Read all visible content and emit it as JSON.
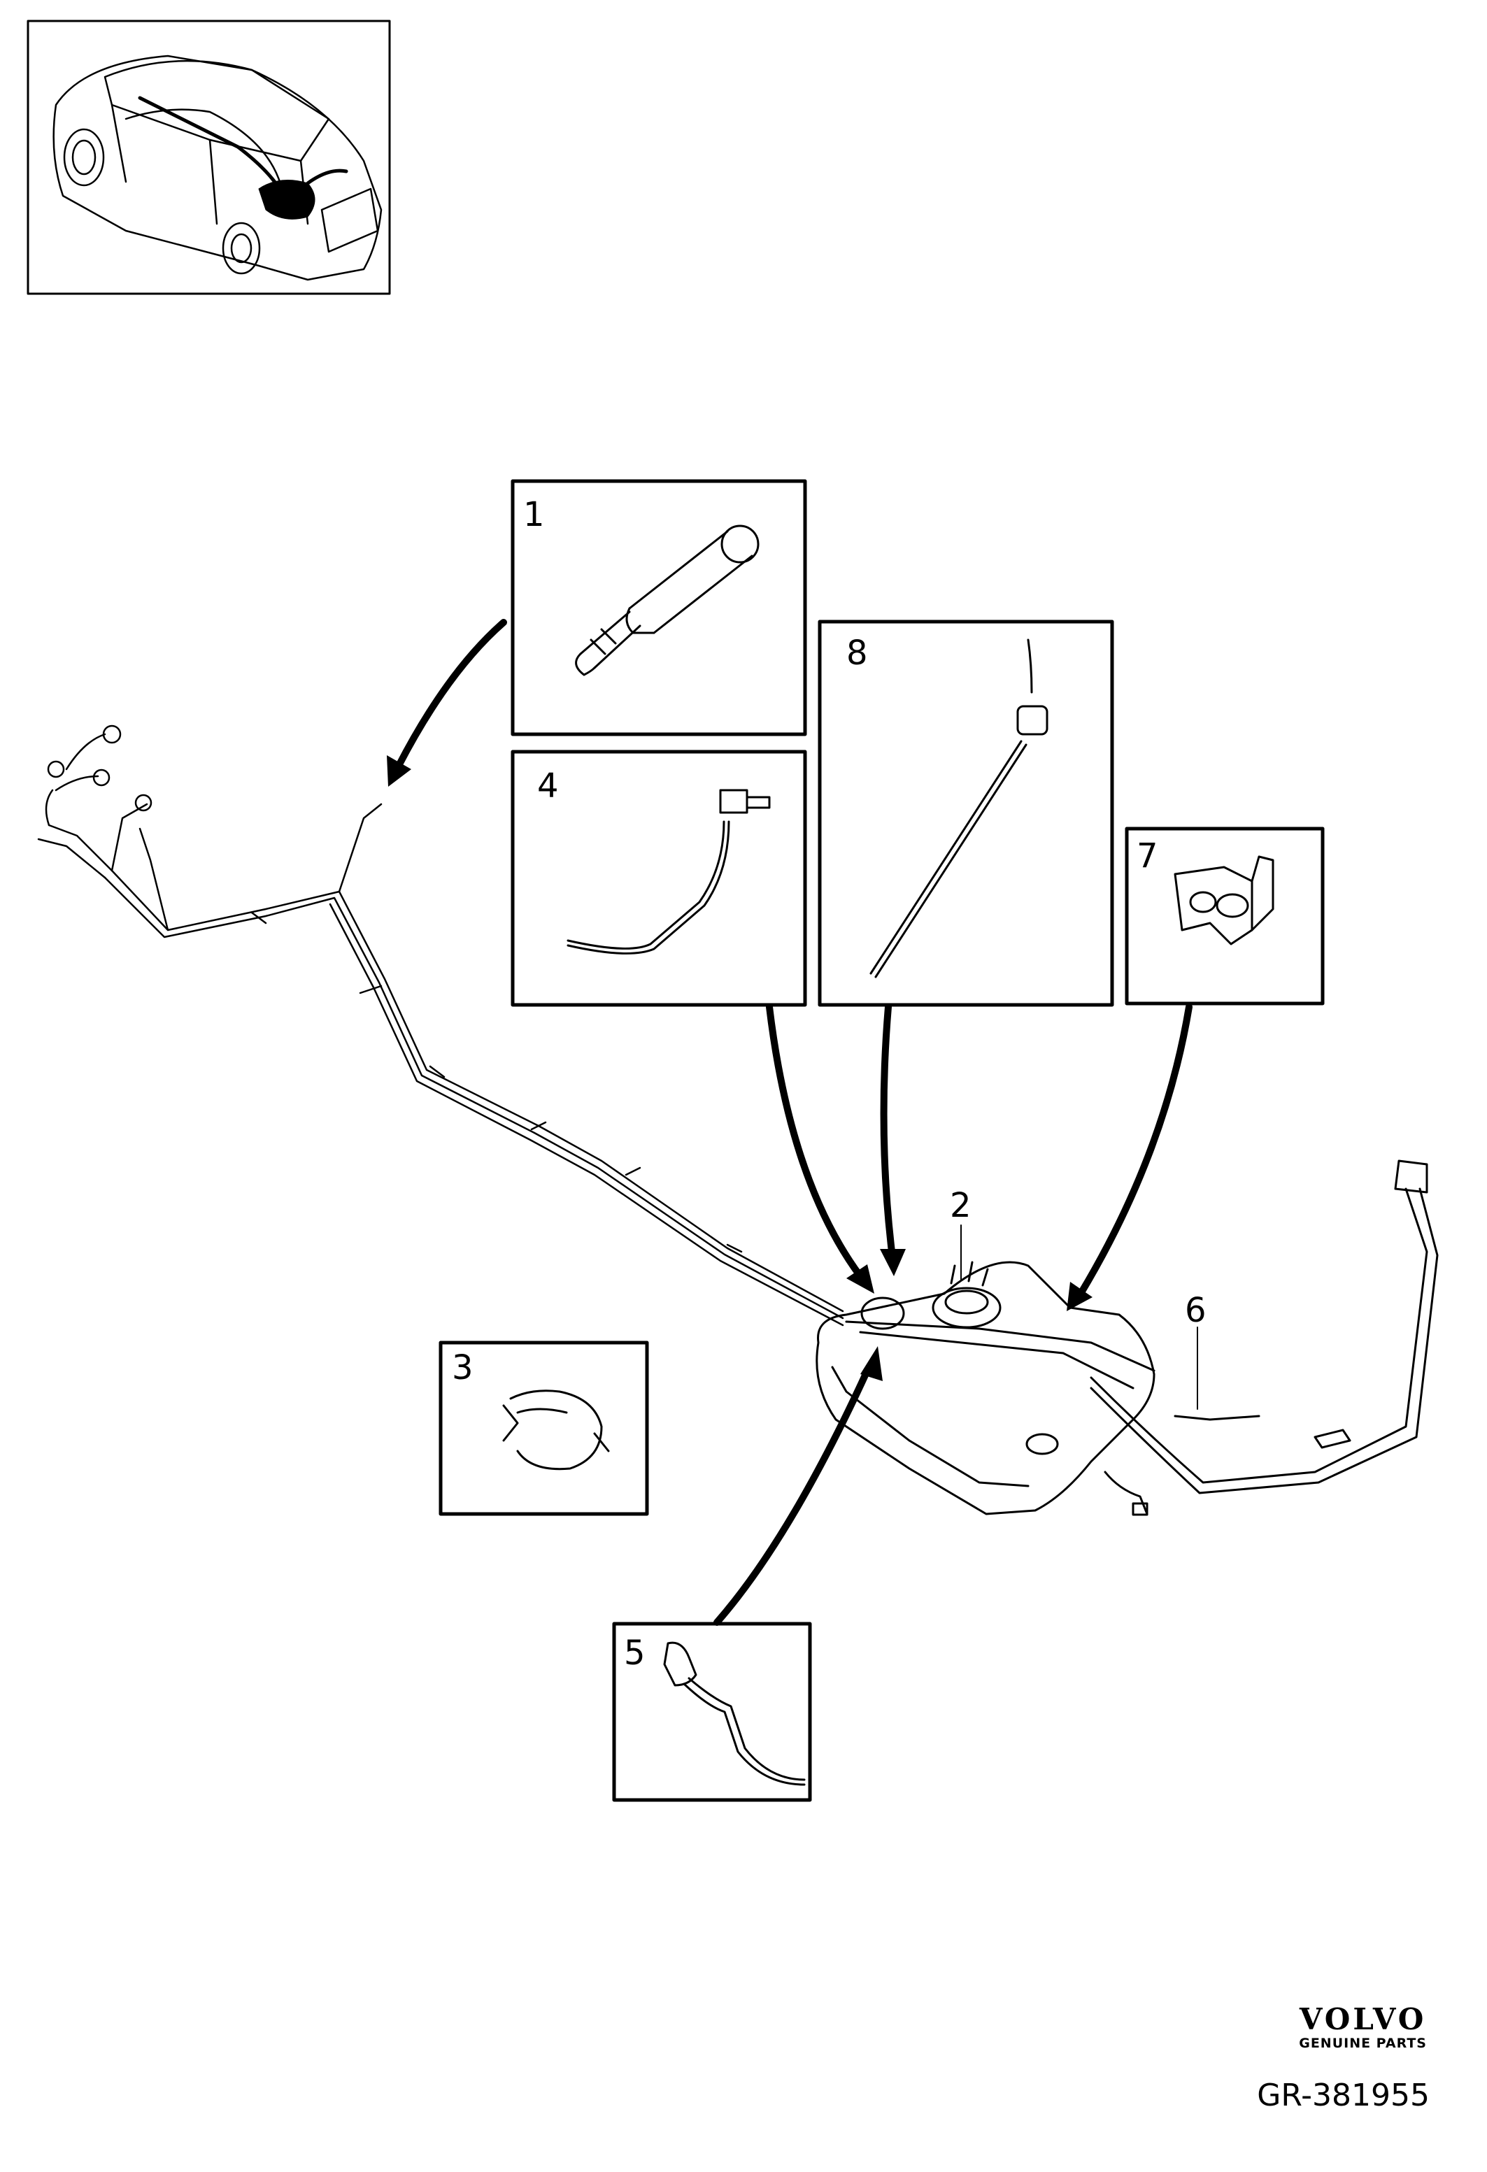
{
  "callouts": [
    {
      "id": "1",
      "label": "1"
    },
    {
      "id": "2",
      "label": "2"
    },
    {
      "id": "3",
      "label": "3"
    },
    {
      "id": "4",
      "label": "4"
    },
    {
      "id": "5",
      "label": "5"
    },
    {
      "id": "6",
      "label": "6"
    },
    {
      "id": "7",
      "label": "7"
    },
    {
      "id": "8",
      "label": "8"
    }
  ],
  "brand": {
    "name": "VOLVO",
    "subtitle": "GENUINE PARTS"
  },
  "diagram_code": "GR-381955",
  "colors": {
    "line": "#000000",
    "background": "#ffffff"
  }
}
